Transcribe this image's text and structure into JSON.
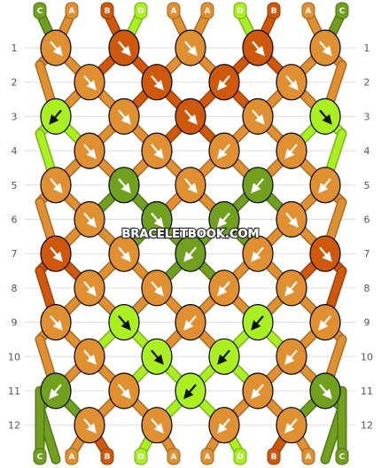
{
  "colors": {
    "A": "#e09030",
    "B": "#d0580c",
    "C": "#70a01e",
    "D": "#aaf020"
  },
  "strand_labels_top": [
    "C",
    "A",
    "B",
    "D",
    "A",
    "A",
    "D",
    "B",
    "A",
    "C"
  ],
  "strand_labels_bottom": [
    "C",
    "A",
    "B",
    "D",
    "A",
    "A",
    "D",
    "B",
    "A",
    "C"
  ],
  "row_numbers": [
    "1",
    "2",
    "3",
    "4",
    "5",
    "6",
    "7",
    "8",
    "9",
    "10",
    "11",
    "12"
  ],
  "watermark": "BRACELETBOOK.COM",
  "knots": [
    [
      "A",
      "B",
      "A",
      "B",
      "A"
    ],
    [
      "A",
      "B",
      "B",
      "A"
    ],
    [
      "D",
      "A",
      "B",
      "A",
      "D"
    ],
    [
      "A",
      "A",
      "A",
      "A"
    ],
    [
      "A",
      "C",
      "A",
      "C",
      "A"
    ],
    [
      "A",
      "C",
      "C",
      "A"
    ],
    [
      "B",
      "A",
      "C",
      "A",
      "B"
    ],
    [
      "A",
      "A",
      "A",
      "A"
    ],
    [
      "A",
      "D",
      "A",
      "D",
      "A"
    ],
    [
      "A",
      "D",
      "D",
      "A"
    ],
    [
      "C",
      "A",
      "D",
      "A",
      "C"
    ],
    [
      "A",
      "A",
      "A",
      "A"
    ]
  ],
  "knot_dirs": [
    [
      "se",
      "se",
      "se",
      "se",
      "se"
    ],
    [
      "se",
      "se",
      "sw",
      "se"
    ],
    [
      "sw",
      "se",
      "se",
      "se",
      "se"
    ],
    [
      "se",
      "se",
      "sw",
      "sw"
    ],
    [
      "se",
      "se",
      "se",
      "sw",
      "sw"
    ],
    [
      "se",
      "se",
      "sw",
      "se"
    ],
    [
      "se",
      "se",
      "sw",
      "sw",
      "se"
    ],
    [
      "se",
      "se",
      "sw",
      "sw"
    ],
    [
      "se",
      "se",
      "sw",
      "sw",
      "sw"
    ],
    [
      "se",
      "se",
      "sw",
      "sw"
    ],
    [
      "sw",
      "se",
      "sw",
      "sw",
      "se"
    ],
    [
      "se",
      "se",
      "sw",
      "sw"
    ]
  ]
}
